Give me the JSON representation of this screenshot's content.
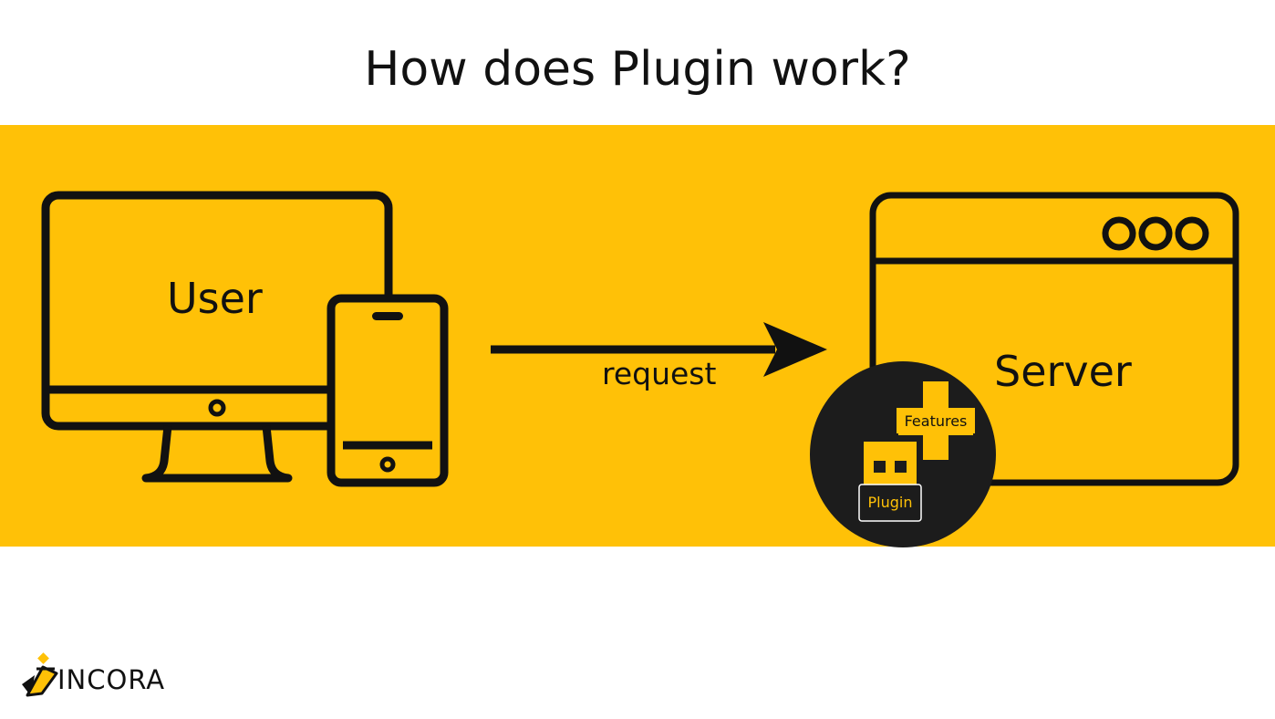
{
  "title": "How does Plugin work?",
  "diagram": {
    "user_label": "User",
    "server_label": "Server",
    "arrow_label": "request",
    "features_label": "Features",
    "plugin_label": "Plugin"
  },
  "logo": {
    "text": "INCORA"
  },
  "colors": {
    "band": "#FFC107",
    "ink": "#111111",
    "dark_circle": "#1C1C1C",
    "background": "#FFFFFF"
  },
  "icons": [
    "monitor-icon",
    "phone-icon",
    "browser-window-icon",
    "usb-plugin-icon",
    "plus-icon",
    "arrow-icon"
  ]
}
